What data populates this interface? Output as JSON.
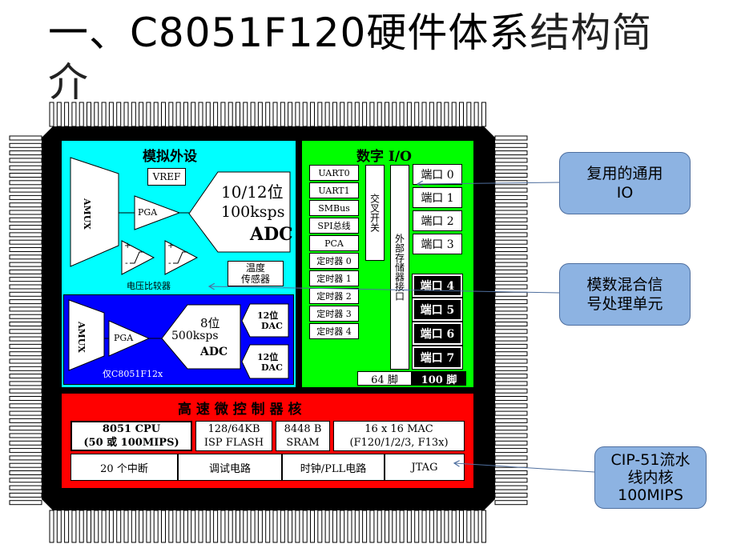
{
  "slide": {
    "title_main": "一、C8051F120硬件体系",
    "title_light": "结构简介"
  },
  "analog": {
    "title": "模拟外设",
    "amux": "AMUX",
    "vref": "VREF",
    "pga": "PGA",
    "adc_bits": "10/12位",
    "adc_rate": "100ksps",
    "adc_label": "ADC",
    "temp_sensor_l1": "温度",
    "temp_sensor_l2": "传感器",
    "comparator": "电压比较器",
    "plus": "+",
    "minus": "-",
    "sub": {
      "amux": "AMUX",
      "pga": "PGA",
      "adc_bits": "8位",
      "adc_rate": "500ksps",
      "adc_label": "ADC",
      "dac_bits": "12位",
      "dac_label": "DAC",
      "note": "仅C8051F12x"
    }
  },
  "digital": {
    "title": "数字 I/O",
    "peripherals": [
      "UART0",
      "UART1",
      "SMBus",
      "SPI总线",
      "PCA",
      "定时器 0",
      "定时器 1",
      "定时器 2",
      "定时器 3",
      "定时器 4"
    ],
    "crossbar": "交叉开关",
    "emif": "外部存储器接口",
    "ports_white": [
      "端口 0",
      "端口 1",
      "端口 2",
      "端口 3"
    ],
    "ports_black": [
      "端口 4",
      "端口 5",
      "端口 6",
      "端口 7"
    ],
    "pin64": "64 脚",
    "pin100": "100 脚"
  },
  "core": {
    "title": "高 速 微 控 制 器 核",
    "cpu_l1": "8051 CPU",
    "cpu_l2": "(50 或 100MIPS)",
    "flash_l1": "128/64KB",
    "flash_l2": "ISP FLASH",
    "sram_l1": "8448 B",
    "sram_l2": "SRAM",
    "mac_l1": "16 x 16 MAC",
    "mac_l2": "(F120/1/2/3, F13x)",
    "interrupts": "20 个中断",
    "debug": "调试电路",
    "clock": "时钟/PLL电路",
    "jtag": "JTAG"
  },
  "callouts": {
    "io_l1": "复用的通用",
    "io_l2": "IO",
    "mixed_l1": "模数混合信",
    "mixed_l2": "号处理单元",
    "cip_l1": "CIP-51流水",
    "cip_l2": "线内核",
    "cip_l3": "100MIPS"
  },
  "colors": {
    "analog_bg": "#00ffff",
    "analog_sub_bg": "#0000ff",
    "digital_bg": "#00ff00",
    "core_bg": "#ff0000",
    "callout_bg": "#8db3e2"
  }
}
